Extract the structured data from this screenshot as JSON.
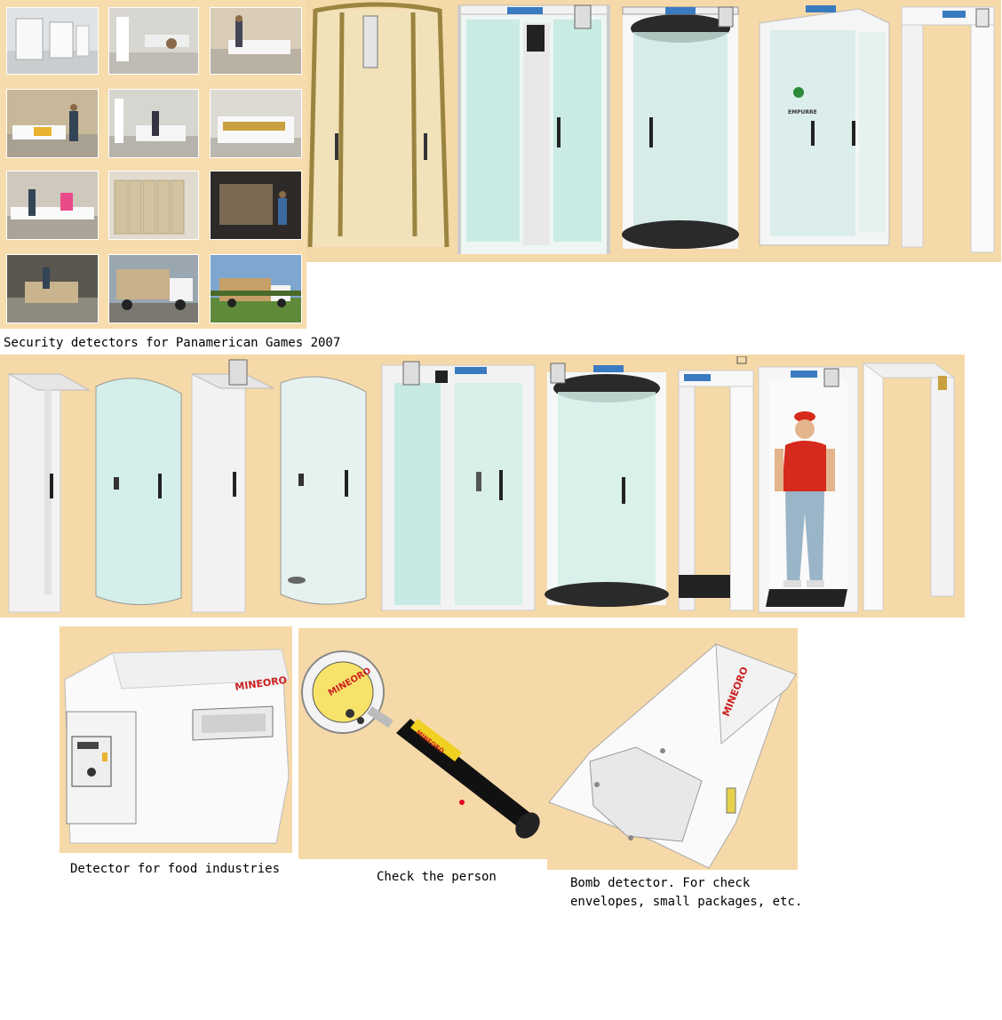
{
  "captions": {
    "panamerican": "Security detectors for Panamerican Games 2007",
    "food": "Detector for food industries",
    "person": "Check the person",
    "bomb_line1": "Bomb detector. For check",
    "bomb_line2": "envelopes, small packages, etc."
  },
  "brand": "MINEORO",
  "colors": {
    "panel_bg": "#f6d9a8",
    "frame_white": "#f2f2f2",
    "glass_tint": "#bfe8e0",
    "gold_frame": "#a08a4a",
    "shirt_red": "#d62a1c"
  }
}
